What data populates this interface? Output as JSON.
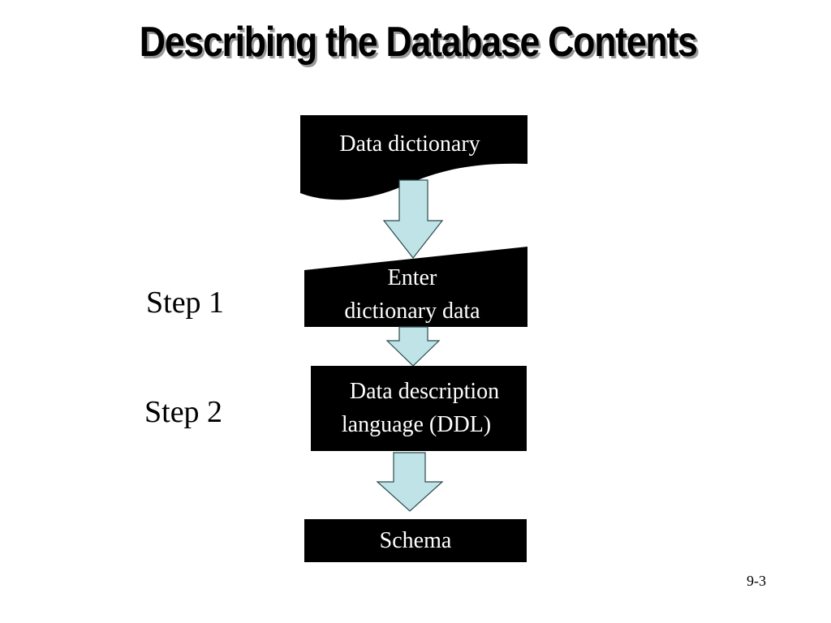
{
  "slide": {
    "title": "Describing the Database Contents",
    "page_number": "9-3"
  },
  "steps": {
    "step1": "Step 1",
    "step2": "Step 2"
  },
  "flowchart": {
    "document": {
      "label": "Data dictionary"
    },
    "manual_input": {
      "line1": "Enter",
      "line2": "dictionary data"
    },
    "process": {
      "line1": "Data description",
      "line2": "language (DDL)"
    },
    "output": {
      "label": "Schema"
    },
    "colors": {
      "shape_fill": "#000000",
      "arrow_fill": "#bfe3e6",
      "arrow_stroke": "#2a4a4c",
      "text": "#ffffff"
    }
  }
}
